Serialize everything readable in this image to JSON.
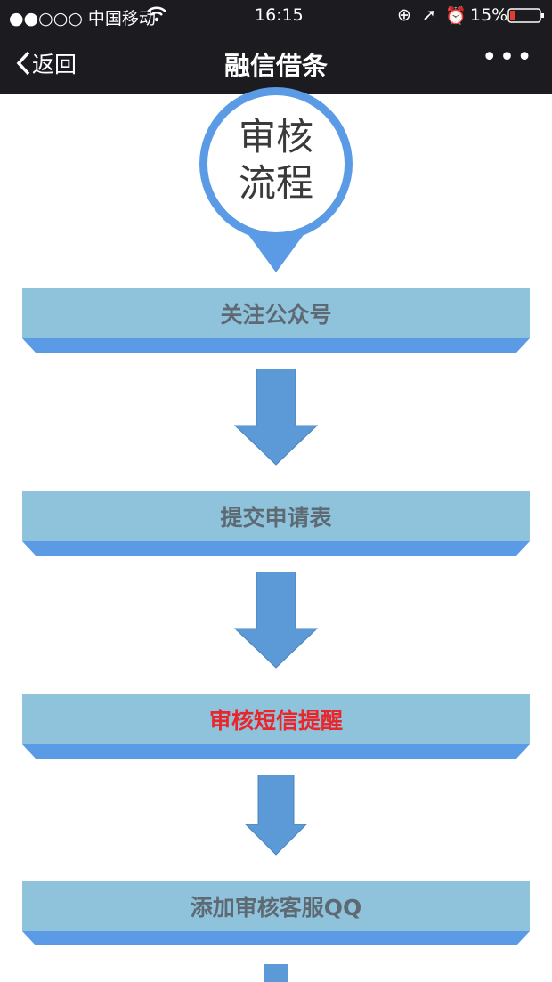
{
  "status_bar": {
    "carrier": "●●○○○ 中国移动",
    "time": "16:15",
    "battery": "15%"
  },
  "nav": {
    "back_label": "返回",
    "title": "融信借条",
    "more": "•••"
  },
  "badge": {
    "line1": "审核",
    "line2": "流程"
  },
  "steps": [
    {
      "label": "关注公众号",
      "color": "#5e6a73"
    },
    {
      "label": "提交申请表",
      "color": "#5e6a73"
    },
    {
      "label": "审核短信提醒",
      "color": "#e8262b"
    },
    {
      "label": "添加审核客服QQ",
      "color": "#5e6a73"
    }
  ],
  "colors": {
    "box": "#8fc3dc",
    "strip": "#5b9be6",
    "arrow": "#5b9ad6"
  }
}
